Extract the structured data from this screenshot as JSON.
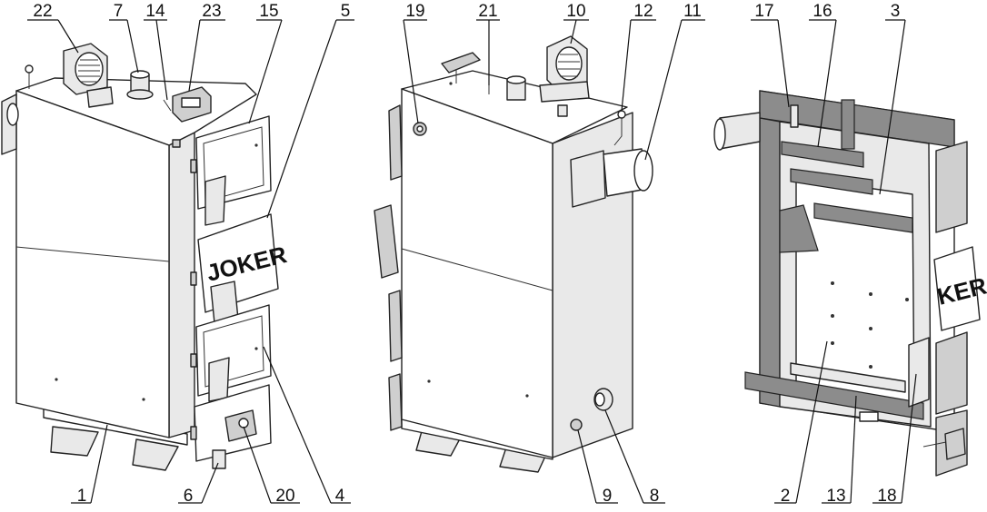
{
  "brand_text": "JOKER",
  "callouts": {
    "left_top": [
      "22",
      "7",
      "14",
      "23",
      "15",
      "5"
    ],
    "left_bottom": [
      "1",
      "6",
      "20",
      "4"
    ],
    "mid_top": [
      "19",
      "21",
      "10",
      "12",
      "11"
    ],
    "mid_bottom": [
      "9",
      "8"
    ],
    "right_top": [
      "17",
      "16",
      "3"
    ],
    "right_bottom": [
      "2",
      "13",
      "18"
    ]
  }
}
